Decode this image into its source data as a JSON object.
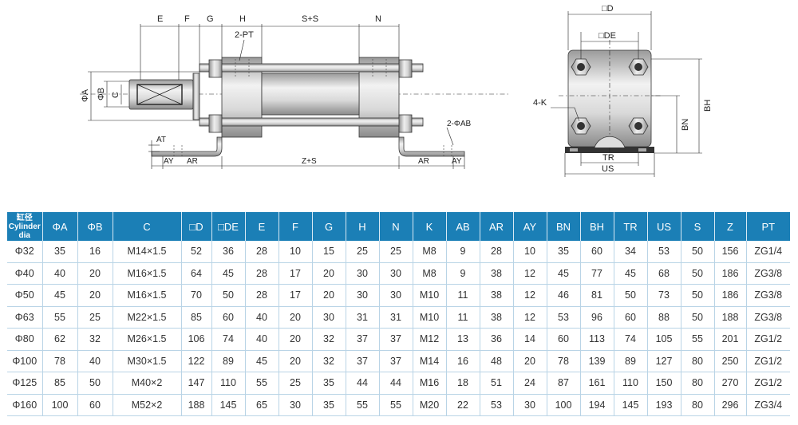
{
  "drawing": {
    "side_labels": {
      "E": "E",
      "F": "F",
      "G": "G",
      "H": "H",
      "S_plus_S": "S+S",
      "N": "N",
      "PT": "2-PT",
      "PhiA": "ΦA",
      "PhiB": "ΦB",
      "C": "C",
      "AT": "AT",
      "AY_left": "AY",
      "AR_left": "AR",
      "Z_plus_S": "Z+S",
      "AR_right": "AR",
      "AY_right": "AY",
      "AB": "2-ΦAB"
    },
    "end_labels": {
      "D": "□D",
      "DE": "□DE",
      "K": "4-K",
      "BH": "BH",
      "BN": "BN",
      "TR": "TR",
      "US": "US"
    }
  },
  "table": {
    "header_top": "缸径",
    "header_sub": "Cylinder dia",
    "columns": [
      "ΦA",
      "ΦB",
      "C",
      "□D",
      "□DE",
      "E",
      "F",
      "G",
      "H",
      "N",
      "K",
      "AB",
      "AR",
      "AY",
      "BN",
      "BH",
      "TR",
      "US",
      "S",
      "Z",
      "PT"
    ],
    "rows": [
      [
        "Φ32",
        "35",
        "16",
        "M14×1.5",
        "52",
        "36",
        "28",
        "10",
        "15",
        "25",
        "25",
        "M8",
        "9",
        "28",
        "10",
        "35",
        "60",
        "34",
        "53",
        "50",
        "156",
        "ZG1/4"
      ],
      [
        "Φ40",
        "40",
        "20",
        "M16×1.5",
        "64",
        "45",
        "28",
        "17",
        "20",
        "30",
        "30",
        "M8",
        "9",
        "38",
        "12",
        "45",
        "77",
        "45",
        "68",
        "50",
        "186",
        "ZG3/8"
      ],
      [
        "Φ50",
        "45",
        "20",
        "M16×1.5",
        "70",
        "50",
        "28",
        "17",
        "20",
        "30",
        "30",
        "M10",
        "11",
        "38",
        "12",
        "46",
        "81",
        "50",
        "73",
        "50",
        "186",
        "ZG3/8"
      ],
      [
        "Φ63",
        "55",
        "25",
        "M22×1.5",
        "85",
        "60",
        "40",
        "20",
        "30",
        "31",
        "31",
        "M10",
        "11",
        "38",
        "12",
        "53",
        "96",
        "60",
        "88",
        "50",
        "188",
        "ZG3/8"
      ],
      [
        "Φ80",
        "62",
        "32",
        "M26×1.5",
        "106",
        "74",
        "40",
        "20",
        "32",
        "37",
        "37",
        "M12",
        "13",
        "36",
        "14",
        "60",
        "113",
        "74",
        "105",
        "55",
        "201",
        "ZG1/2"
      ],
      [
        "Φ100",
        "78",
        "40",
        "M30×1.5",
        "122",
        "89",
        "45",
        "20",
        "32",
        "37",
        "37",
        "M14",
        "16",
        "48",
        "20",
        "78",
        "139",
        "89",
        "127",
        "80",
        "250",
        "ZG1/2"
      ],
      [
        "Φ125",
        "85",
        "50",
        "M40×2",
        "147",
        "110",
        "55",
        "25",
        "35",
        "44",
        "44",
        "M16",
        "18",
        "51",
        "24",
        "87",
        "161",
        "110",
        "150",
        "80",
        "270",
        "ZG1/2"
      ],
      [
        "Φ160",
        "100",
        "60",
        "M52×2",
        "188",
        "145",
        "65",
        "30",
        "35",
        "55",
        "55",
        "M20",
        "22",
        "53",
        "30",
        "100",
        "194",
        "145",
        "193",
        "80",
        "296",
        "ZG3/4"
      ]
    ]
  }
}
